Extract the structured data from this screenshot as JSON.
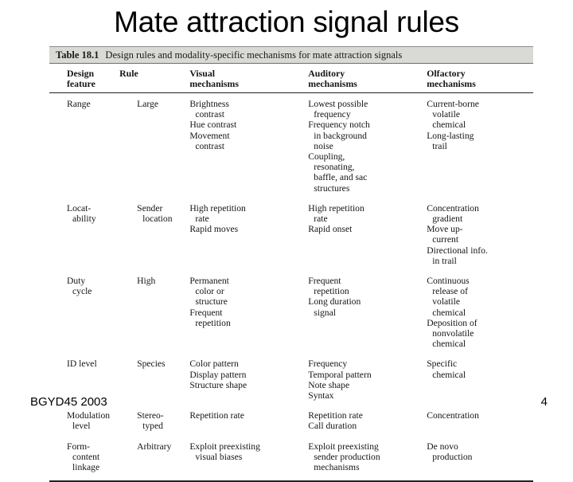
{
  "slide": {
    "title": "Mate attraction signal rules",
    "footer_left": "BGYD45 2003",
    "page_number": "4"
  },
  "figure": {
    "caption_number": "Table 18.1",
    "caption_text": "Design rules and modality-specific mechanisms for mate attraction signals",
    "columns": [
      {
        "line1": "Design",
        "line2": "feature"
      },
      {
        "line1": "Rule",
        "line2": ""
      },
      {
        "line1": "Visual",
        "line2": "mechanisms"
      },
      {
        "line1": "Auditory",
        "line2": "mechanisms"
      },
      {
        "line1": "Olfactory",
        "line2": "mechanisms"
      }
    ],
    "rows": [
      {
        "feature": {
          "line1": "Range",
          "line2": ""
        },
        "rule": {
          "line1": "Large",
          "line2": ""
        },
        "visual": [
          {
            "head": "Brightness",
            "cont": [
              "contrast"
            ]
          },
          {
            "head": "Hue contrast",
            "cont": []
          },
          {
            "head": "Movement",
            "cont": [
              "contrast"
            ]
          }
        ],
        "auditory": [
          {
            "head": "Lowest possible",
            "cont": [
              "frequency"
            ]
          },
          {
            "head": "Frequency notch",
            "cont": [
              "in background",
              "noise"
            ]
          },
          {
            "head": "Coupling,",
            "cont": [
              "resonating,",
              "baffle, and sac",
              "structures"
            ]
          }
        ],
        "olfactory": [
          {
            "head": "Current-borne",
            "cont": [
              "volatile",
              "chemical"
            ]
          },
          {
            "head": "Long-lasting",
            "cont": [
              "trail"
            ]
          }
        ]
      },
      {
        "feature": {
          "line1": "Locat-",
          "line2": "ability"
        },
        "rule": {
          "line1": "Sender",
          "line2": "location"
        },
        "visual": [
          {
            "head": "High repetition",
            "cont": [
              "rate"
            ]
          },
          {
            "head": "Rapid moves",
            "cont": []
          }
        ],
        "auditory": [
          {
            "head": "High repetition",
            "cont": [
              "rate"
            ]
          },
          {
            "head": "Rapid onset",
            "cont": []
          }
        ],
        "olfactory": [
          {
            "head": "Concentration",
            "cont": [
              "gradient"
            ]
          },
          {
            "head": "Move up-",
            "cont": [
              "current"
            ]
          },
          {
            "head": "Directional info.",
            "cont": [
              "in trail"
            ]
          }
        ]
      },
      {
        "feature": {
          "line1": "Duty",
          "line2": "cycle"
        },
        "rule": {
          "line1": "High",
          "line2": ""
        },
        "visual": [
          {
            "head": "Permanent",
            "cont": [
              "color or",
              "structure"
            ]
          },
          {
            "head": "Frequent",
            "cont": [
              "repetition"
            ]
          }
        ],
        "auditory": [
          {
            "head": "Frequent",
            "cont": [
              "repetition"
            ]
          },
          {
            "head": "Long duration",
            "cont": [
              "signal"
            ]
          }
        ],
        "olfactory": [
          {
            "head": "Continuous",
            "cont": [
              "release of",
              "volatile",
              "chemical"
            ]
          },
          {
            "head": "Deposition of",
            "cont": [
              "nonvolatile",
              "chemical"
            ]
          }
        ]
      },
      {
        "feature": {
          "line1": "ID level",
          "line2": ""
        },
        "rule": {
          "line1": "Species",
          "line2": ""
        },
        "visual": [
          {
            "head": "Color pattern",
            "cont": []
          },
          {
            "head": "Display pattern",
            "cont": []
          },
          {
            "head": "Structure shape",
            "cont": []
          }
        ],
        "auditory": [
          {
            "head": "Frequency",
            "cont": []
          },
          {
            "head": "Temporal pattern",
            "cont": []
          },
          {
            "head": "Note shape",
            "cont": []
          },
          {
            "head": "Syntax",
            "cont": []
          }
        ],
        "olfactory": [
          {
            "head": "Specific",
            "cont": [
              "chemical"
            ]
          }
        ]
      },
      {
        "feature": {
          "line1": "Modulation",
          "line2": "level"
        },
        "rule": {
          "line1": "Stereo-",
          "line2": "typed"
        },
        "visual": [
          {
            "head": "Repetition rate",
            "cont": []
          }
        ],
        "auditory": [
          {
            "head": "Repetition rate",
            "cont": []
          },
          {
            "head": "Call duration",
            "cont": []
          }
        ],
        "olfactory": [
          {
            "head": "Concentration",
            "cont": []
          }
        ]
      },
      {
        "feature": {
          "line1": "Form-",
          "line2": "content",
          "line3": "linkage"
        },
        "rule": {
          "line1": "Arbitrary",
          "line2": ""
        },
        "visual": [
          {
            "head": "Exploit preexisting",
            "cont": [
              "visual biases"
            ]
          }
        ],
        "auditory": [
          {
            "head": "Exploit preexisting",
            "cont": [
              "sender production",
              "mechanisms"
            ]
          }
        ],
        "olfactory": [
          {
            "head": "De novo",
            "cont": [
              "production"
            ]
          }
        ]
      }
    ]
  }
}
